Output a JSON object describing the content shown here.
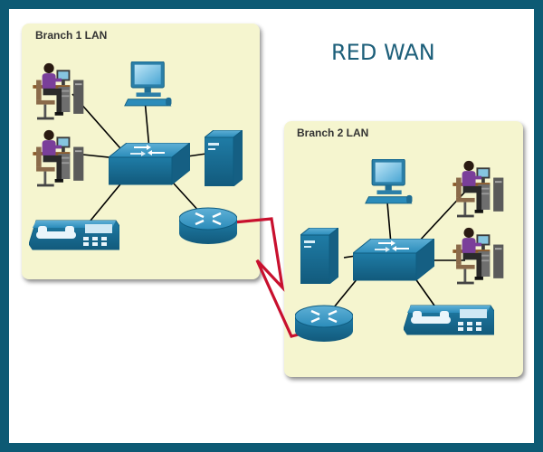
{
  "title": "RED WAN",
  "branch1": {
    "label": "Branch 1 LAN"
  },
  "branch2": {
    "label": "Branch 2 LAN"
  },
  "colors": {
    "background_border": "#0d5a74",
    "lan_fill": "#f5f5cf",
    "device_blue": "#1f7ca6",
    "wan_link": "#c8102e",
    "title_color": "#1d5f7a"
  },
  "icons": {
    "workstation": "person-at-computer-icon",
    "pc": "desktop-computer-icon",
    "switch": "switch-icon",
    "server": "server-icon",
    "phone": "ip-phone-icon",
    "router": "router-icon"
  }
}
